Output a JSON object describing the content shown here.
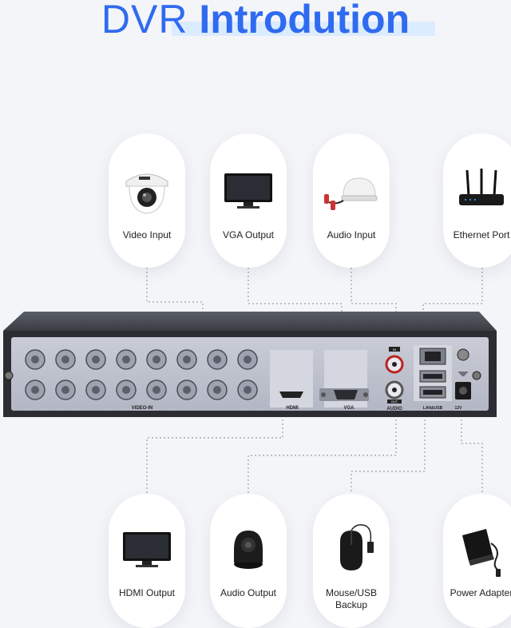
{
  "title": {
    "light": "DVR",
    "bold": "Introdution"
  },
  "top_items": [
    {
      "label": "Video Input",
      "icon": "dome-camera-icon"
    },
    {
      "label": "VGA Output",
      "icon": "monitor-icon"
    },
    {
      "label": "Audio Input",
      "icon": "microphone-icon"
    },
    {
      "label": "Ethernet Port",
      "icon": "router-icon"
    }
  ],
  "bottom_items": [
    {
      "label": "HDMI Output",
      "icon": "monitor-icon"
    },
    {
      "label": "Audio Output",
      "icon": "speaker-icon"
    },
    {
      "label": "Mouse/USB Backup",
      "label_line1": "Mouse/USB",
      "label_line2": "Backup",
      "icon": "mouse-icon"
    },
    {
      "label": "Power Adapter",
      "icon": "power-adapter-icon"
    }
  ],
  "dvr": {
    "video_in_label": "VIDEO-IN",
    "hdmi_label": "HDMI",
    "vga_label": "VGA",
    "audio_in_label": "IN",
    "audio_out_label": "OUT",
    "audio_label": "AUDIO",
    "lan_usb_label": "LAN&USB",
    "power_label": "12V"
  }
}
